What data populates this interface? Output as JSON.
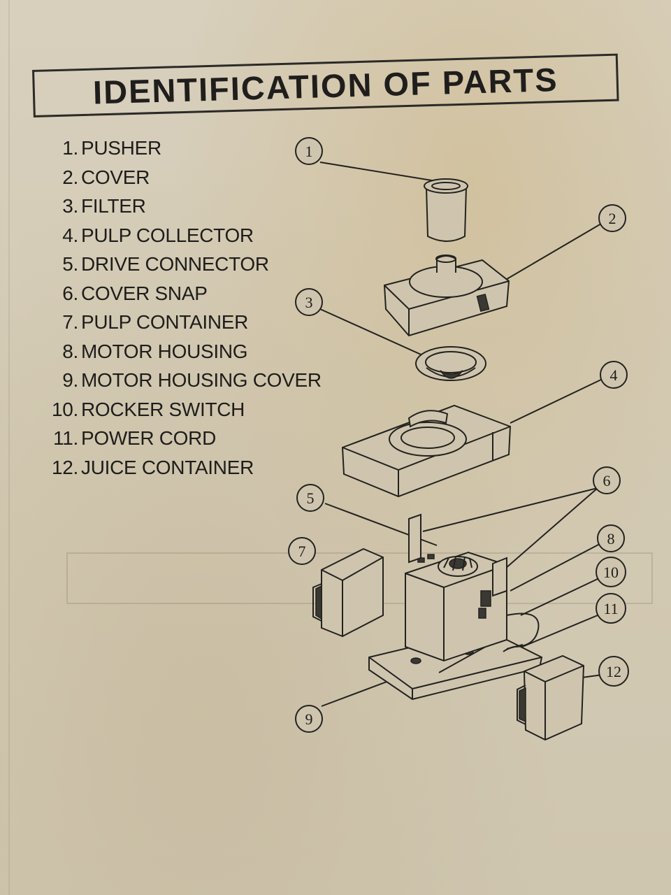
{
  "document": {
    "title": "IDENTIFICATION OF PARTS",
    "parts": [
      {
        "number": "1.",
        "label": "PUSHER"
      },
      {
        "number": "2.",
        "label": "COVER"
      },
      {
        "number": "3.",
        "label": "FILTER"
      },
      {
        "number": "4.",
        "label": "PULP COLLECTOR"
      },
      {
        "number": "5.",
        "label": "DRIVE CONNECTOR"
      },
      {
        "number": "6.",
        "label": "COVER SNAP"
      },
      {
        "number": "7.",
        "label": "PULP CONTAINER"
      },
      {
        "number": "8.",
        "label": "MOTOR HOUSING"
      },
      {
        "number": "9.",
        "label": "MOTOR HOUSING COVER"
      },
      {
        "number": "10.",
        "label": "ROCKER SWITCH"
      },
      {
        "number": "11.",
        "label": "POWER CORD"
      },
      {
        "number": "12.",
        "label": "JUICE CONTAINER"
      }
    ],
    "diagram_callouts": [
      "1",
      "2",
      "3",
      "4",
      "5",
      "6",
      "7",
      "8",
      "9",
      "10",
      "11",
      "12"
    ]
  }
}
